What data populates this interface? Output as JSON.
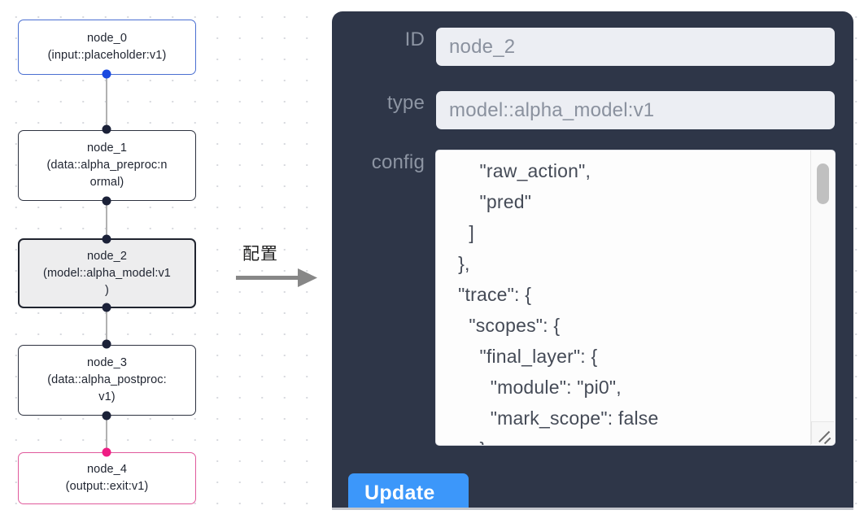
{
  "app": {
    "background_color": "#ffffff",
    "panel_color": "#2e3648",
    "accent_color": "#3c97fa"
  },
  "graph": {
    "nodes": [
      {
        "id": "node_0",
        "title": "node_0",
        "subtitle": "(input::placeholder:v1)",
        "style": "input",
        "border_color": "#4a6fd1",
        "port_color": "#1a4ae0"
      },
      {
        "id": "node_1",
        "title": "node_1",
        "subtitle": "(data::alpha_preproc:n",
        "subtitle2": "ormal)",
        "style": "plain",
        "border_color": "#2d3240",
        "port_color": "#1b2138"
      },
      {
        "id": "node_2",
        "title": "node_2",
        "subtitle": "(model::alpha_model:v1",
        "subtitle2": ")",
        "style": "selected",
        "border_color": "#20242f",
        "fill_color": "#ededee",
        "port_color": "#1b2138"
      },
      {
        "id": "node_3",
        "title": "node_3",
        "subtitle": "(data::alpha_postproc:",
        "subtitle2": "v1)",
        "style": "plain",
        "border_color": "#2d3240",
        "port_color": "#1b2138"
      },
      {
        "id": "node_4",
        "title": "node_4",
        "subtitle": "(output::exit:v1)",
        "style": "output",
        "border_color": "#e05a9c",
        "port_color": "#ef1d84"
      }
    ],
    "edges": [
      {
        "from": "node_0",
        "to": "node_1"
      },
      {
        "from": "node_1",
        "to": "node_2"
      },
      {
        "from": "node_2",
        "to": "node_3"
      },
      {
        "from": "node_3",
        "to": "node_4"
      }
    ]
  },
  "annotation": {
    "label": "配置",
    "arrow": "right-arrow"
  },
  "panel": {
    "fields": {
      "id": {
        "label": "ID",
        "value": "node_2",
        "placeholder": "node_2"
      },
      "type": {
        "label": "type",
        "value": "model::alpha_model:v1",
        "placeholder": "model::alpha_model:v1"
      },
      "config": {
        "label": "config",
        "value": "      \"raw_action\",\n      \"pred\"\n    ]\n  },\n  \"trace\": {\n    \"scopes\": {\n      \"final_layer\": {\n        \"module\": \"pi0\",\n        \"mark_scope\": false\n      },\n      \"action_model\": {"
      }
    },
    "update_button": {
      "label": "Update"
    },
    "scrollbar": {
      "visible": true
    }
  }
}
